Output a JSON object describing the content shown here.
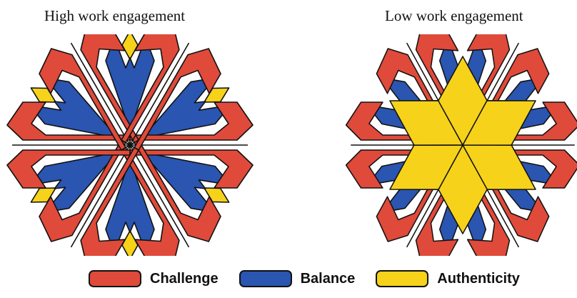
{
  "titles": {
    "high": "High work engagement",
    "low": "Low work engagement"
  },
  "legend": [
    {
      "label": "Challenge",
      "color": "#e04a3a"
    },
    {
      "label": "Balance",
      "color": "#2a55b0"
    },
    {
      "label": "Authenticity",
      "color": "#f6d21a"
    }
  ],
  "colors": {
    "challenge": "#e04a3a",
    "balance": "#2a55b0",
    "authenticity": "#f6d21a",
    "outline": "#111111"
  }
}
